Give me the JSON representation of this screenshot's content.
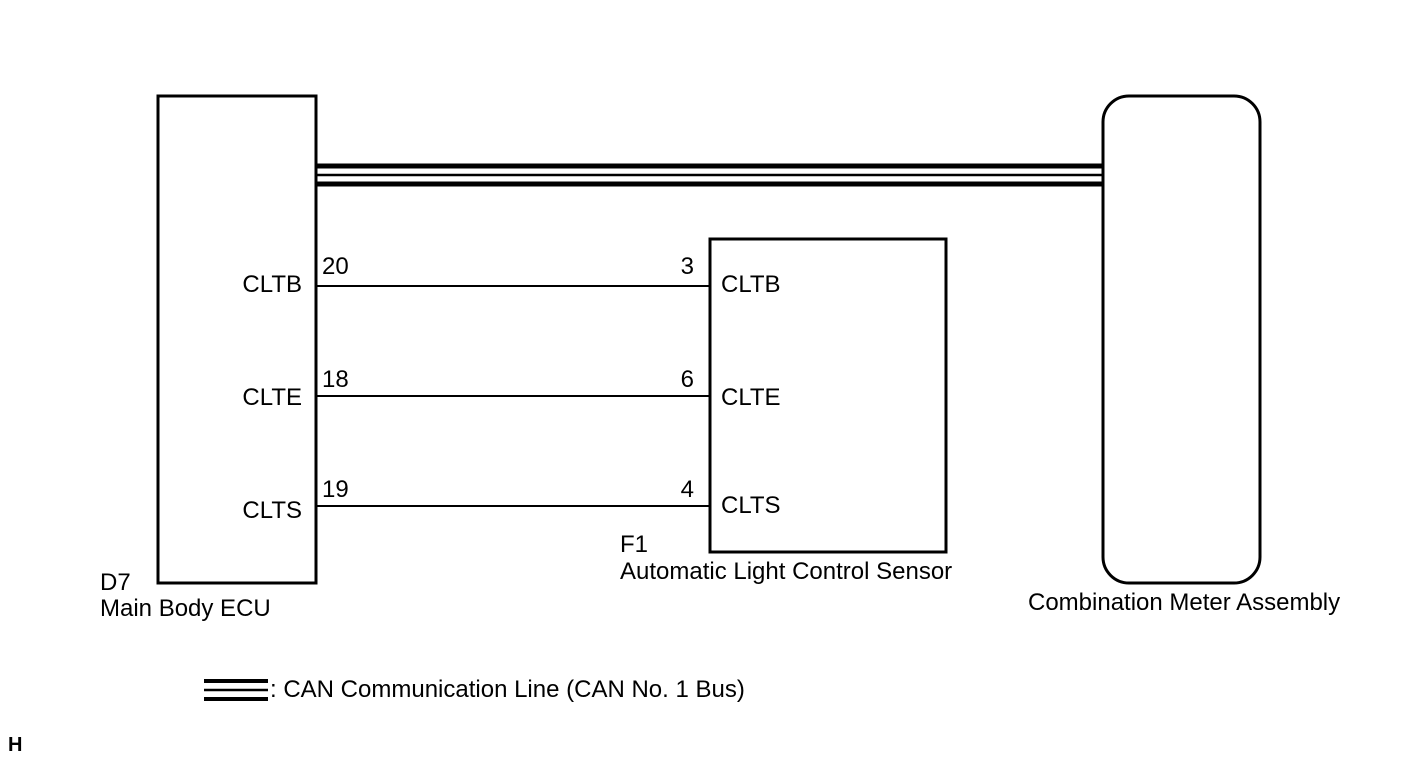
{
  "components": {
    "main_body_ecu": {
      "code": "D7",
      "name": "Main Body ECU",
      "pins": [
        {
          "signal": "CLTB",
          "number": "20"
        },
        {
          "signal": "CLTE",
          "number": "18"
        },
        {
          "signal": "CLTS",
          "number": "19"
        }
      ]
    },
    "light_sensor": {
      "code": "F1",
      "name": "Automatic Light Control Sensor",
      "pins": [
        {
          "signal": "CLTB",
          "number": "3"
        },
        {
          "signal": "CLTE",
          "number": "6"
        },
        {
          "signal": "CLTS",
          "number": "4"
        }
      ]
    },
    "combination_meter": {
      "name": "Combination Meter Assembly"
    }
  },
  "legend": {
    "text": ": CAN Communication Line (CAN No. 1 Bus)"
  },
  "corner_label": "H",
  "colors": {
    "line": "#000000",
    "background": "#ffffff"
  }
}
